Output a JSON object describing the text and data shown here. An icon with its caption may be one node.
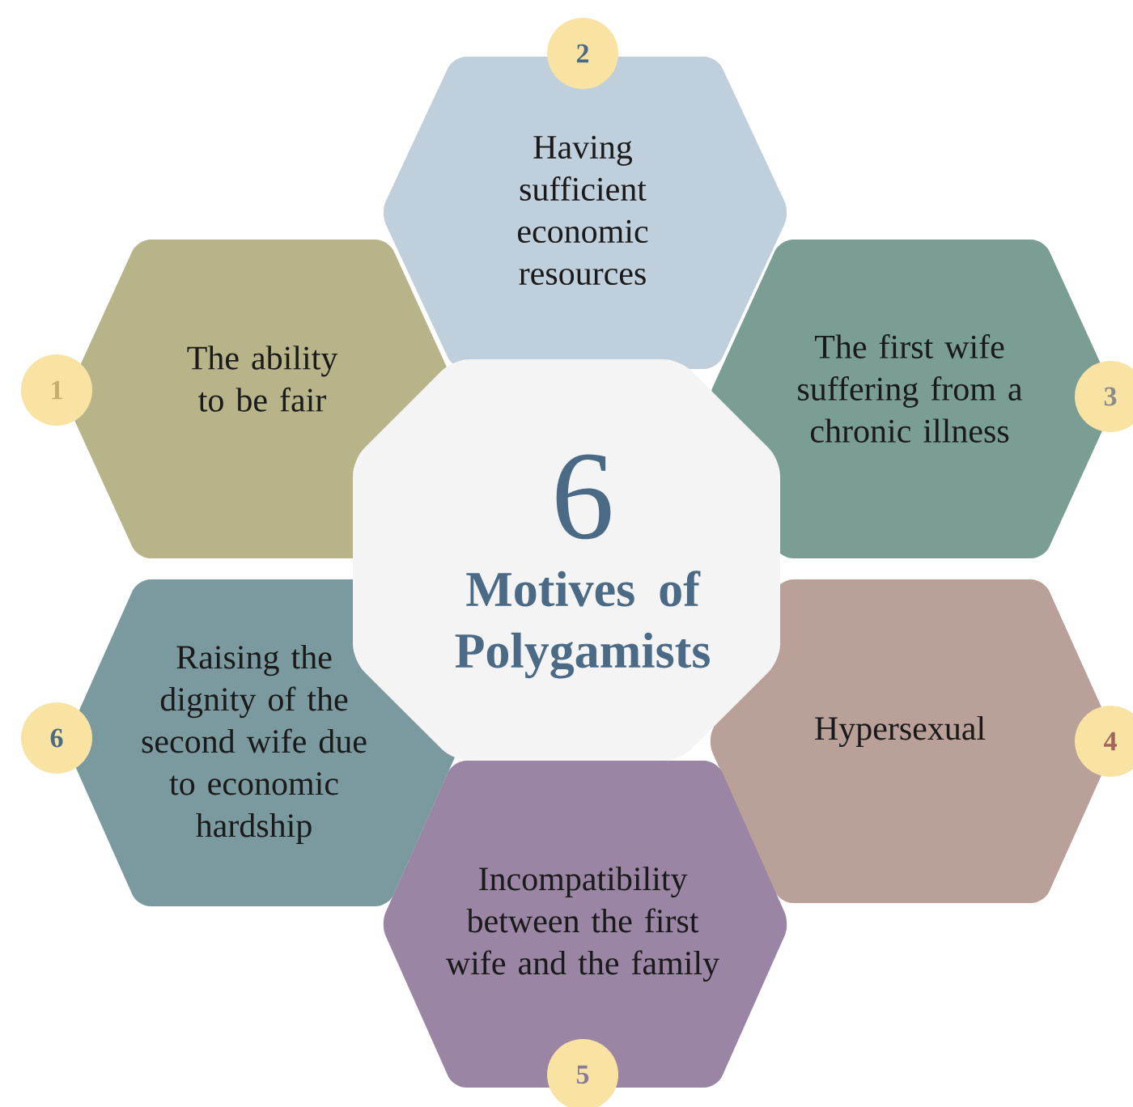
{
  "diagram": {
    "nodes": [
      {
        "text": [
          "6",
          "Motives of Polygamists"
        ]
      },
      {
        "text": [
          "The ability to be fair"
        ]
      },
      {
        "text": [
          "1"
        ]
      },
      {
        "text": [
          "Having sufficient economic resources"
        ]
      },
      {
        "text": [
          "2"
        ]
      },
      {
        "text": [
          "The first wife suffering from a chronic illness"
        ]
      },
      {
        "text": [
          "3"
        ]
      },
      {
        "text": [
          "Hypersexual"
        ]
      },
      {
        "text": [
          "4"
        ]
      },
      {
        "text": [
          "Incompatibility between the first wife and the family"
        ]
      },
      {
        "text": [
          "5"
        ]
      },
      {
        "text": [
          "Raising the dignity of the second wife due to economic hardship"
        ]
      },
      {
        "text": [
          "6"
        ]
      }
    ]
  }
}
